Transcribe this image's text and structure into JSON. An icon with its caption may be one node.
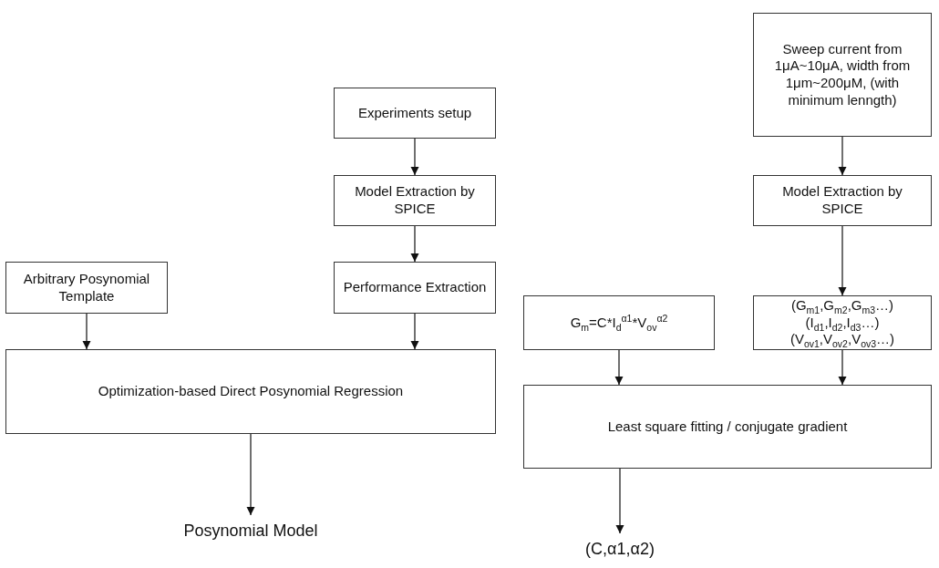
{
  "diagram": {
    "nodes": [
      {
        "text": [
          "Experiments setup"
        ]
      },
      {
        "text": [
          "Model Extraction by SPICE"
        ]
      },
      {
        "text": [
          "Arbitrary Posynomial Template"
        ]
      },
      {
        "text": [
          "Performance Extraction"
        ]
      },
      {
        "text": [
          "Optimization-based Direct Posynomial Regression"
        ]
      },
      {
        "text": [
          "Posynomial Model"
        ]
      },
      {
        "text": [
          "Sweep current from 1μA~10μA, width from 1μm~200μM, (with minimum lenngth)"
        ]
      },
      {
        "text": [
          "Model Extraction by SPICE"
        ]
      },
      {
        "text": [
          "G$_{m}$=C*I$_{d}$$^{α1}$*V$_{ov}$$^{α2}$"
        ]
      },
      {
        "text": [
          "(G$_{m1}$,G$_{m2}$,G$_{m3}$…) (I$_{d1}$,I$_{d2}$,I$_{d3}$…) (V$_{ov1}$,V$_{ov2}$,V$_{ov3}$…)"
        ]
      },
      {
        "text": [
          "Least square fitting / conjugate gradient"
        ]
      },
      {
        "text": [
          "(C,α1,α2)"
        ]
      }
    ],
    "edges": [
      {
        "from": 0,
        "to": 1,
        "arrow": "to"
      },
      {
        "from": 1,
        "to": 3,
        "arrow": "to"
      },
      {
        "from": 2,
        "to": 4,
        "arrow": "to"
      },
      {
        "from": 3,
        "to": 4,
        "arrow": "to"
      },
      {
        "from": 4,
        "to": 5,
        "arrow": "to"
      },
      {
        "from": 6,
        "to": 7,
        "arrow": "to"
      },
      {
        "from": 7,
        "to": 9,
        "arrow": "to"
      },
      {
        "from": 8,
        "to": 10,
        "arrow": "to"
      },
      {
        "from": 9,
        "to": 10,
        "arrow": "to"
      },
      {
        "from": 10,
        "to": 11,
        "arrow": "to"
      }
    ]
  }
}
